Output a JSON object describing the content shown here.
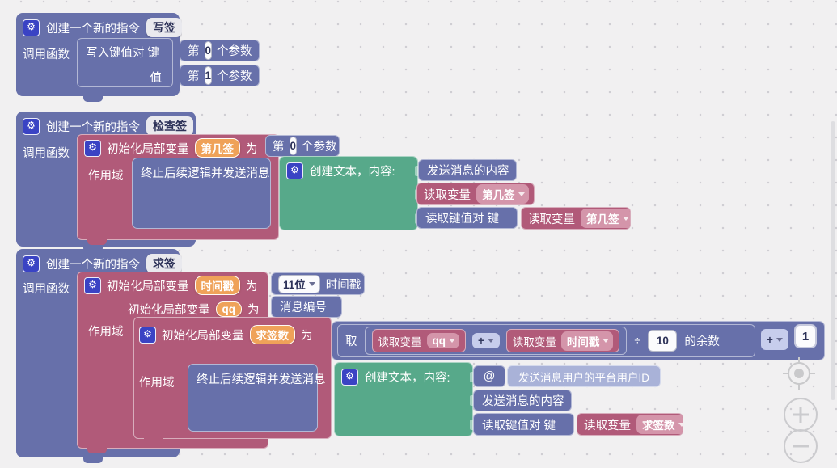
{
  "icons": {
    "gear": "⚙"
  },
  "labels": {
    "create_command": "创建一个新的指令",
    "call_function": "调用函数",
    "scope": "作用域",
    "init_local_var": "初始化局部变量",
    "assign_to": "为",
    "write_kv_key": "写入键值对 键",
    "value": "值",
    "param_prefix": "第",
    "param_suffix": "个参数",
    "terminate_and_send": "终止后续逻辑并发送消息",
    "create_text": "创建文本，内容:",
    "message_content": "发送消息的内容",
    "read_variable": "读取变量",
    "read_kv_key": "读取键值对 键",
    "timestamp_label": "时间戳",
    "message_id": "消息编号",
    "take": "取",
    "plus": "+",
    "divide": "÷",
    "remainder": "的余数",
    "at": "@",
    "platform_user_id": "发送消息用户的平台用户ID"
  },
  "commands": {
    "write": "写签",
    "check": "检查签",
    "draw": "求签"
  },
  "variables": {
    "which_sign": "第几签",
    "timestamp": "时间戳",
    "qq": "qq",
    "draw_count": "求签数"
  },
  "values": {
    "param0": "0",
    "param1": "1",
    "ts_digits": "11位",
    "ten": "10",
    "one": "1"
  },
  "colors": {
    "block_blue": "#6770aa",
    "block_pink": "#b15a79",
    "block_green": "#57a98a",
    "field_orange": "#efa259",
    "field_light_pink": "#d495aa",
    "field_lavender": "#c7cdec",
    "shadow_blue": "#a9b2d8",
    "canvas": "#f1f0f1"
  },
  "controls": {
    "zoom_reset": "zoom-reset",
    "zoom_in": "zoom-in",
    "zoom_out": "zoom-out"
  }
}
